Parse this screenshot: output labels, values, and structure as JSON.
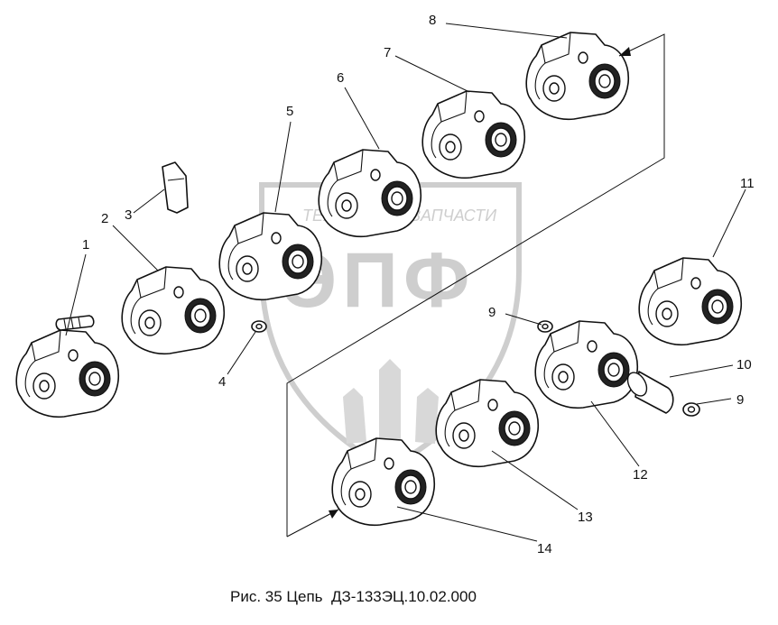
{
  "caption": "Рис. 35 Цепь  ДЗ-133ЭЦ.10.02.000",
  "watermark": {
    "line1_left": "ТЕХНИКА",
    "line1_right": "ЗАПЧАСТИ",
    "letters": "ЭПФ",
    "color": "#c9c9c9"
  },
  "callouts": [
    "1",
    "2",
    "3",
    "4",
    "5",
    "6",
    "7",
    "8",
    "9",
    "9",
    "10",
    "11",
    "12",
    "13",
    "14"
  ]
}
